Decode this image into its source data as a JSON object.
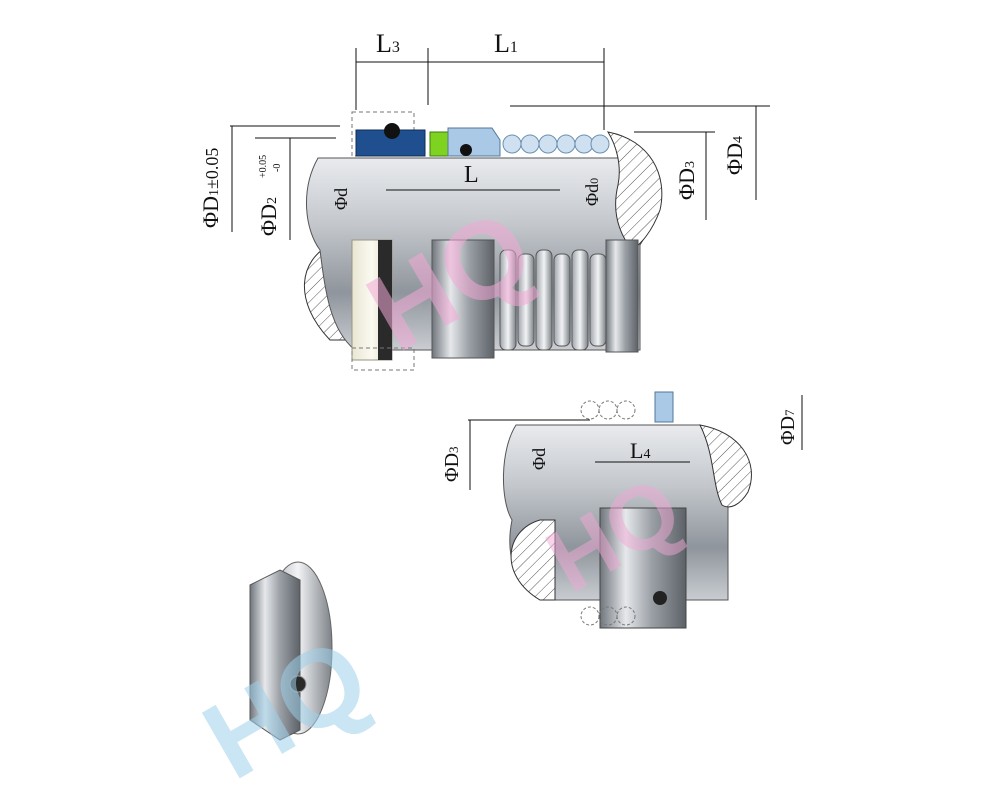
{
  "drawing": {
    "labels": {
      "L3": "L",
      "L3_sub": "3",
      "L1": "L",
      "L1_sub": "1",
      "L": "L",
      "L4": "L",
      "L4_sub": "4",
      "D1_phi": "ΦD",
      "D1_sub": "1",
      "D1_tol": "±0.05",
      "D2_phi": "ΦD",
      "D2_sub": "2",
      "D2_tol_plus": "+0.05",
      "D2_tol_minus": "-0",
      "D3_phi": "ΦD",
      "D3_sub": "3",
      "D4_phi": "ΦD",
      "D4_sub": "4",
      "D7_phi": "ΦD",
      "D7_sub": "7",
      "d_label": "Φd",
      "d0_label": "Φd",
      "d0_sub": "0",
      "detail_d3_phi": "ΦD",
      "detail_d3_sub": "3",
      "detail_d_label": "Φd"
    },
    "watermark": "HQ",
    "colors": {
      "seal_blue": "#1f4f8f",
      "spring_blue": "#a9c9e6",
      "green_ring": "#7ed321",
      "shaft_gray": "#b8bcc2",
      "pink_watermark": "#f2a7d6",
      "blue_watermark": "#9fd0ea"
    }
  }
}
